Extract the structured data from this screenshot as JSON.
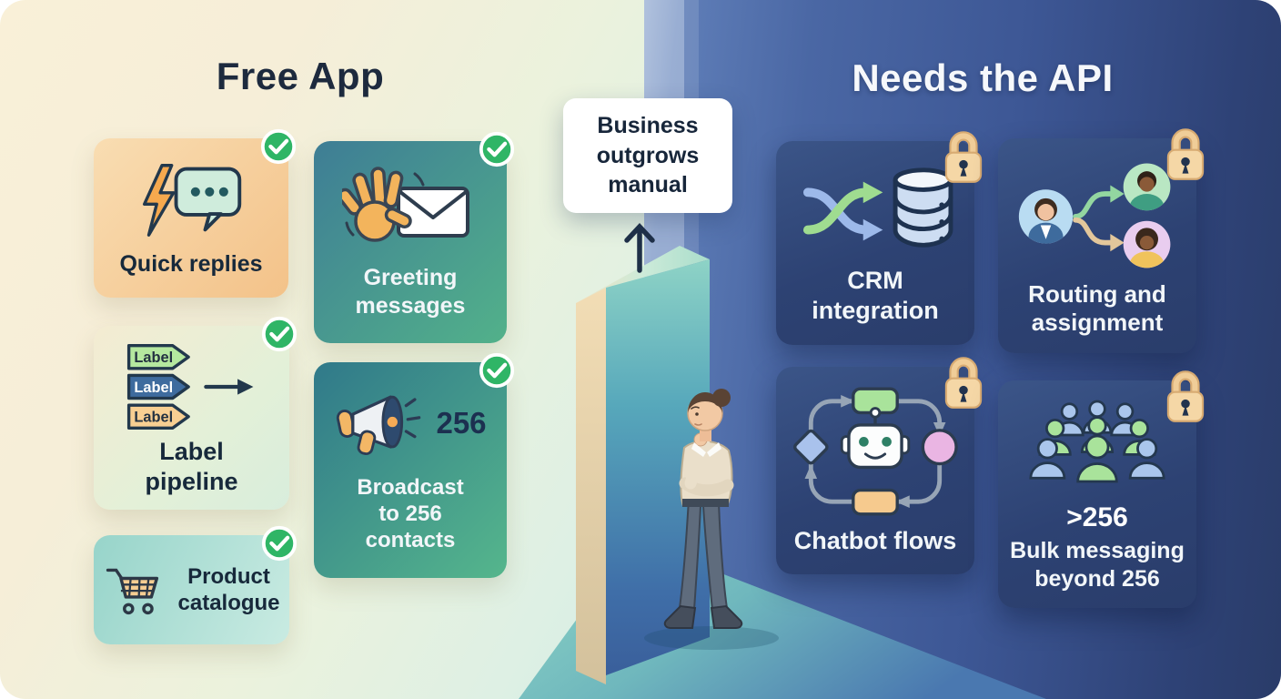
{
  "free": {
    "title": "Free App",
    "cards": [
      {
        "id": "quick-replies",
        "label": "Quick replies",
        "icon": "lightning-chat-icon",
        "status": "included"
      },
      {
        "id": "greeting-messages",
        "label": "Greeting messages",
        "icon": "wave-envelope-icon",
        "status": "included"
      },
      {
        "id": "label-pipeline",
        "label": "Label pipeline",
        "icon": "label-tags-icon",
        "tag_text": "Label",
        "status": "included"
      },
      {
        "id": "broadcast",
        "label": "Broadcast to 256 contacts",
        "icon": "megaphone-icon",
        "badge": "256",
        "status": "included"
      },
      {
        "id": "product-catalogue",
        "label": "Product catalogue",
        "icon": "cart-icon",
        "status": "included"
      }
    ]
  },
  "api": {
    "title": "Needs the API",
    "cards": [
      {
        "id": "crm-integration",
        "label": "CRM integration",
        "icon": "shuffle-database-icon",
        "status": "locked"
      },
      {
        "id": "routing-assignment",
        "label": "Routing and assignment",
        "icon": "routing-avatars-icon",
        "status": "locked"
      },
      {
        "id": "chatbot-flows",
        "label": "Chatbot flows",
        "icon": "robot-flow-icon",
        "status": "locked"
      },
      {
        "id": "bulk-messaging",
        "label": "Bulk messaging beyond 256",
        "icon": "crowd-icon",
        "badge": ">256",
        "status": "locked"
      }
    ]
  },
  "center": {
    "callout": "Business outgrows manual"
  },
  "status_icons": {
    "included": "check-icon",
    "locked": "lock-icon"
  },
  "colors": {
    "check_green": "#2fb566",
    "lock_tan": "#f5d7a6",
    "free_title": "#1d2a3e",
    "api_title": "#f6f8fb",
    "api_card_navy": "#2d4273",
    "left_bg_cream": "#f6eed8",
    "right_bg_blue": "#3d5795",
    "wall_teal": "#57a8bb",
    "floor_teal": "#83cfc2",
    "greeting_card_teal": "#3e7d95",
    "quick_card_peach": "#f5cd96"
  }
}
